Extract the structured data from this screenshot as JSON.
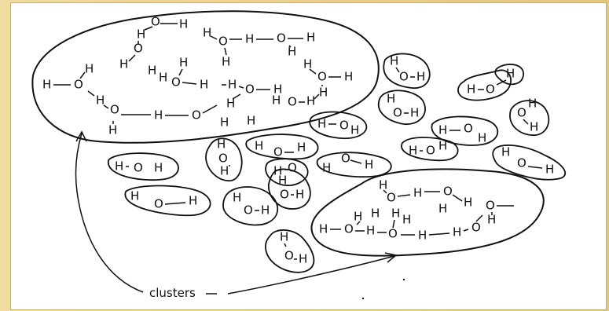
{
  "labels": {
    "hydrogen": "H",
    "oxygen": "O",
    "caption": "clusters"
  }
}
